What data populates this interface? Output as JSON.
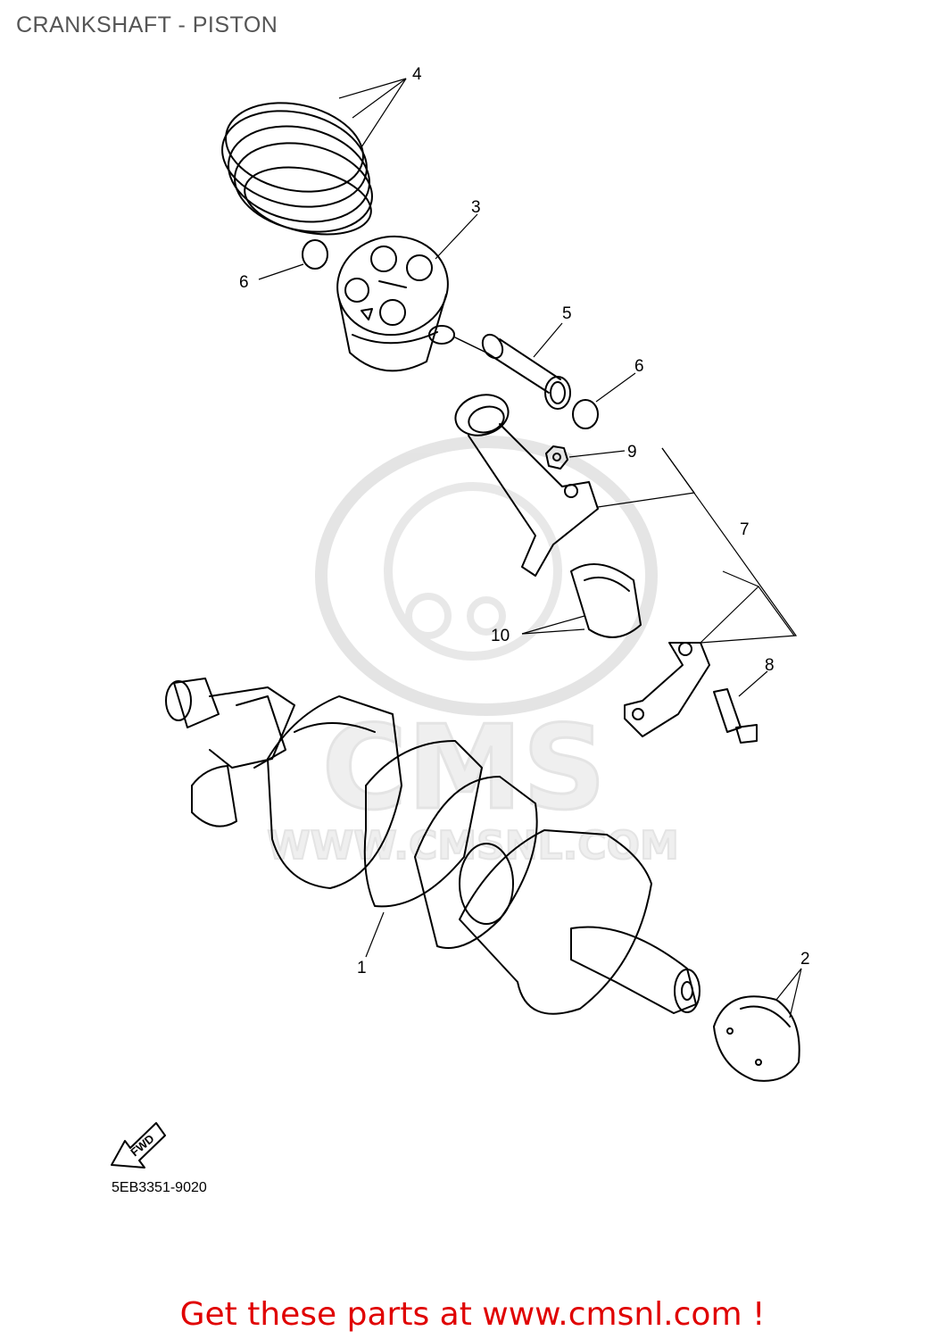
{
  "header": {
    "title": "CRANKSHAFT - PISTON"
  },
  "watermark": {
    "brand": "CMS",
    "url": "WWW.CMSNL.COM"
  },
  "callouts": {
    "c1": "1",
    "c2": "2",
    "c3": "3",
    "c4": "4",
    "c5": "5",
    "c6a": "6",
    "c6b": "6",
    "c7": "7",
    "c8": "8",
    "c9": "9",
    "c10": "10"
  },
  "fwd_arrow": {
    "label": "FWD"
  },
  "footer": {
    "part_code": "5EB3351-9020",
    "cta": "Get these parts at www.cmsnl.com !"
  },
  "colors": {
    "line": "#000000",
    "watermark": "#d9d9d9",
    "cta": "#e00000"
  }
}
